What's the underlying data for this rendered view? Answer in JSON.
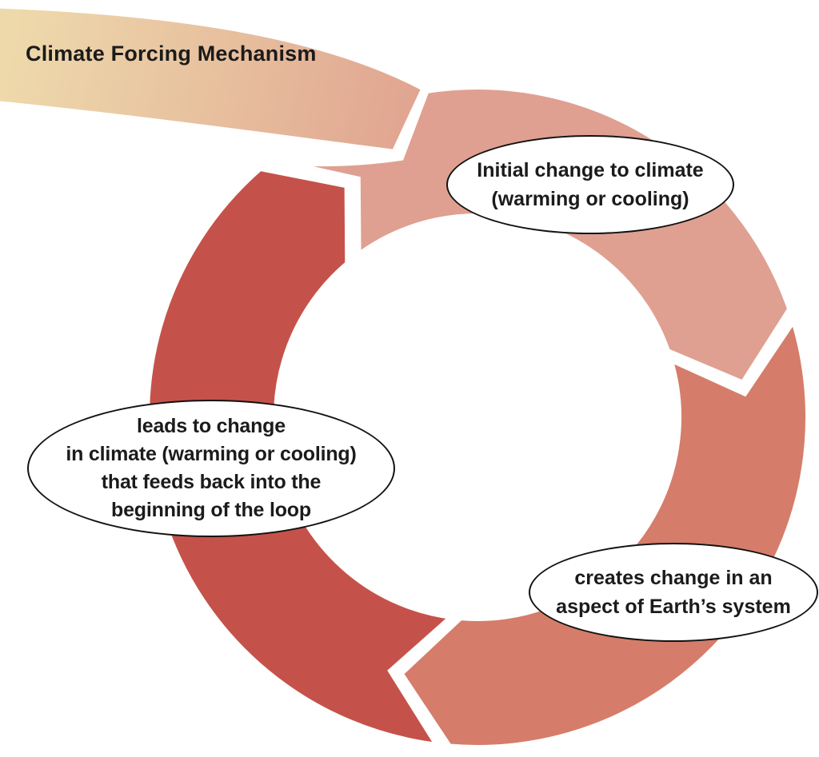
{
  "title": "Climate Forcing Mechanism",
  "bubbles": {
    "initial": {
      "lines": [
        "Initial change to climate",
        "(warming or cooling)"
      ]
    },
    "creates": {
      "lines": [
        "creates change in an",
        "aspect of Earth’s system"
      ]
    },
    "feedback": {
      "lines": [
        "leads to change",
        "in climate (warming or cooling)",
        "that feeds back into the",
        "beginning of the loop"
      ]
    }
  },
  "flow_direction": "clockwise",
  "colors": {
    "background": "#ffffff",
    "band_start": "#eed9ab",
    "band_mid": "#e7bf9e",
    "band_end": "#e0a28f",
    "ring_initial": "#dfa091",
    "ring_creates": "#d57d6a",
    "ring_feedback": "#c5524a",
    "gap": "#ffffff",
    "bubble_fill": "#ffffff",
    "bubble_border": "#121212",
    "text": "#1b1b1b"
  }
}
